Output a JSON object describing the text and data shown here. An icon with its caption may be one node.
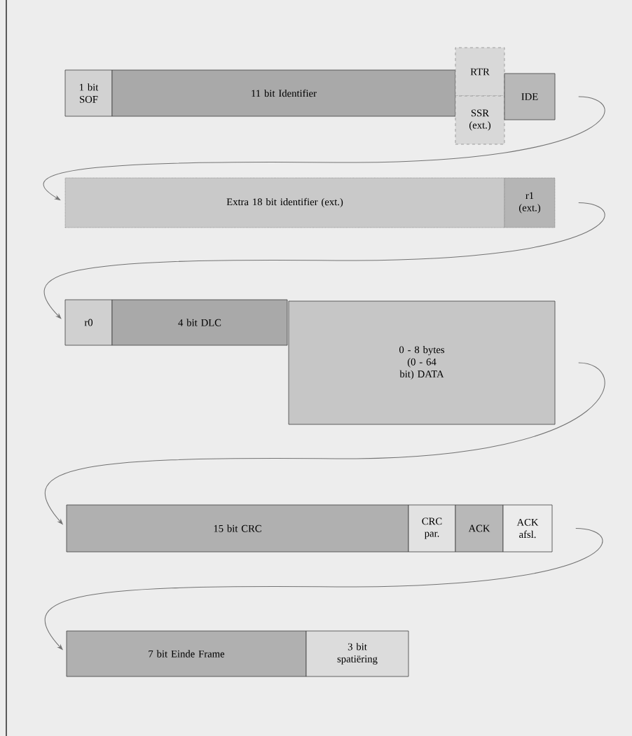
{
  "diagram": {
    "nodes": [
      {
        "text": [
          "1 bit SOF"
        ]
      },
      {
        "text": [
          "11 bit Identifier"
        ]
      },
      {
        "text": [
          "RTR"
        ]
      },
      {
        "text": [
          "SSR (ext.)"
        ]
      },
      {
        "text": [
          "IDE"
        ]
      },
      {
        "text": [
          "Extra 18 bit identifier (ext.)"
        ]
      },
      {
        "text": [
          "r1 (ext.)"
        ]
      },
      {
        "text": [
          "r0"
        ]
      },
      {
        "text": [
          "4 bit DLC"
        ]
      },
      {
        "text": [
          "0 - 8 bytes (0 - 64 bit) DATA"
        ]
      },
      {
        "text": [
          "15 bit CRC"
        ]
      },
      {
        "text": [
          "CRC par."
        ]
      },
      {
        "text": [
          "ACK"
        ]
      },
      {
        "text": [
          "ACK afsl."
        ]
      },
      {
        "text": [
          "7 bit Einde Frame"
        ]
      },
      {
        "text": [
          "3 bit spatiëring"
        ]
      }
    ],
    "edges": [
      {
        "from": 4,
        "to": 5,
        "arrow": "to"
      },
      {
        "from": 6,
        "to": 7,
        "arrow": "to"
      },
      {
        "from": 9,
        "to": 10,
        "arrow": "to"
      },
      {
        "from": 13,
        "to": 14,
        "arrow": "to"
      }
    ]
  }
}
